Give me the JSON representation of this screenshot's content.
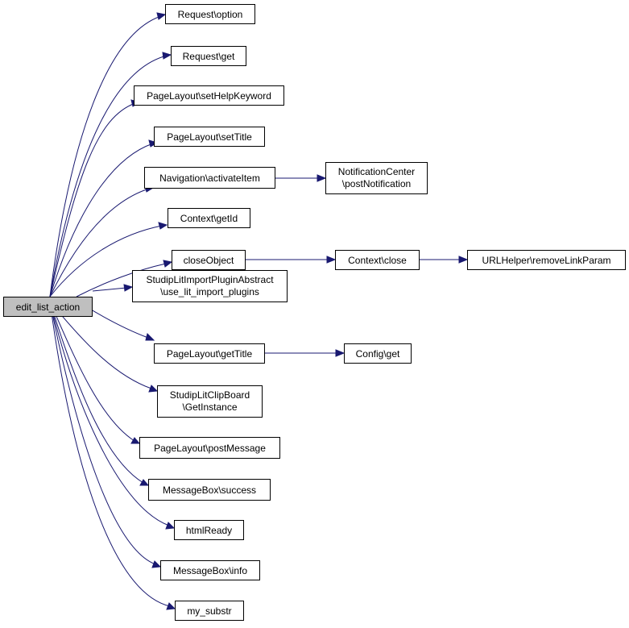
{
  "colors": {
    "edge": "#191970",
    "root_fill": "#bfbfbf",
    "node_fill": "#ffffff",
    "node_stroke": "#000000"
  },
  "nodes": {
    "edit_list_action": "edit_list_action",
    "request_option": "Request\\option",
    "request_get": "Request\\get",
    "pagelayout_sethelpkeyword": "PageLayout\\setHelpKeyword",
    "pagelayout_settitle": "PageLayout\\setTitle",
    "navigation_activateitem": "Navigation\\activateItem",
    "notificationcenter_line1": "NotificationCenter",
    "notificationcenter_line2": "\\postNotification",
    "context_getid": "Context\\getId",
    "closeobject": "closeObject",
    "context_close": "Context\\close",
    "urlhelper_removelinkparam": "URLHelper\\removeLinkParam",
    "studiplitimport_line1": "StudipLitImportPluginAbstract",
    "studiplitimport_line2": "\\use_lit_import_plugins",
    "pagelayout_gettitle": "PageLayout\\getTitle",
    "config_get": "Config\\get",
    "studiplitclipboard_line1": "StudipLitClipBoard",
    "studiplitclipboard_line2": "\\GetInstance",
    "pagelayout_postmessage": "PageLayout\\postMessage",
    "messagebox_success": "MessageBox\\success",
    "htmlready": "htmlReady",
    "messagebox_info": "MessageBox\\info",
    "my_substr": "my_substr"
  }
}
